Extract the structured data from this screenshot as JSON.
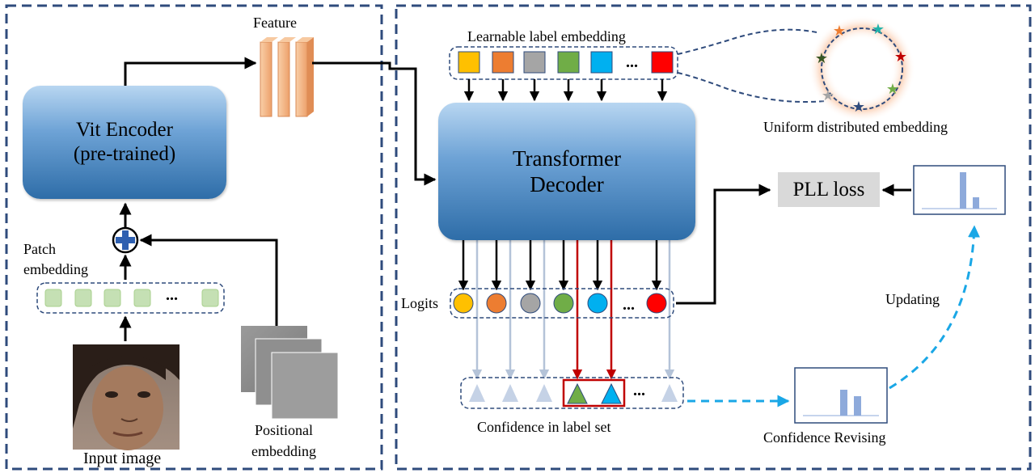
{
  "left": {
    "feature_label": "Feature",
    "encoder_line1": "Vit Encoder",
    "encoder_line2": "(pre-trained)",
    "patch_label_line1": "Patch",
    "patch_label_line2": "embedding",
    "ellipsis": "...",
    "input_label": "Input image",
    "positional_line1": "Positional",
    "positional_line2": "embedding"
  },
  "right": {
    "label_embedding_title": "Learnable label embedding",
    "ellipsis": "...",
    "decoder_line1": "Transformer",
    "decoder_line2": "Decoder",
    "uniform_label": "Uniform distributed embedding",
    "pll_loss": "PLL loss",
    "logits_label": "Logits",
    "updating_label": "Updating",
    "confidence_label": "Confidence in label set",
    "revising_label": "Confidence Revising"
  },
  "colors": {
    "yellow": "#ffc000",
    "orange": "#ed7d31",
    "gray": "#a5a5a5",
    "green": "#70ad47",
    "blue": "#00b0f0",
    "red": "#ff0000",
    "frame": "#2f4b7c",
    "dashed_blue": "#1aa7e6",
    "dark_red": "#c00000"
  }
}
